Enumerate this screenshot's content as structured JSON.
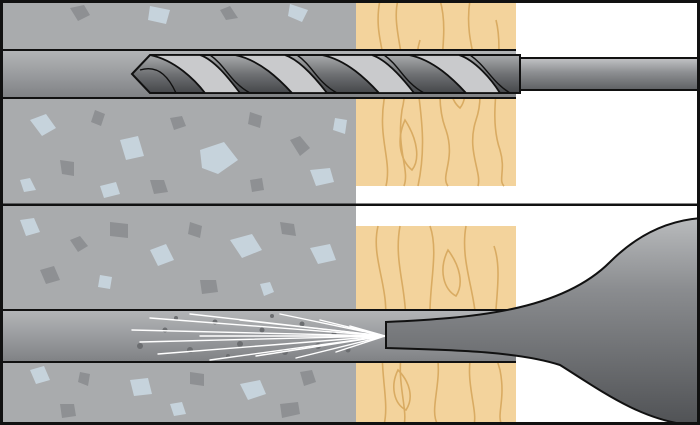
{
  "figure": {
    "panels": [
      {
        "step": "drilling",
        "materials": [
          "concrete",
          "wood"
        ],
        "tool": "twist-drill-bit"
      },
      {
        "step": "blowing-out-dust",
        "materials": [
          "concrete",
          "wood"
        ],
        "tool": "blow-out-pump"
      }
    ],
    "colors": {
      "concrete": "#a9abad",
      "concrete_aggregate_dark": "#8e9093",
      "concrete_aggregate_light": "#c6d3dc",
      "wood": "#f3d39c",
      "wood_grain": "#d9ab62",
      "drill_hole": "#9b9da0",
      "steel": "#7f8184",
      "outline": "#111111",
      "background": "#ffffff"
    }
  }
}
